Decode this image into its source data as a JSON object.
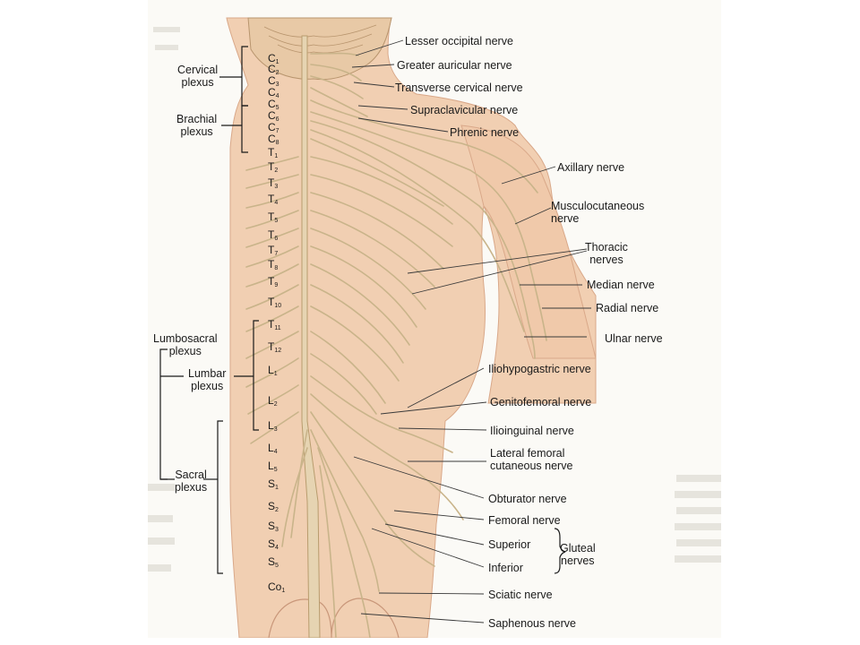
{
  "nerve_labels": {
    "lesser_occipital": "Lesser occipital nerve",
    "greater_auricular": "Greater auricular nerve",
    "transverse_cervical": "Transverse cervical nerve",
    "supraclavicular": "Supraclavicular nerve",
    "phrenic": "Phrenic nerve",
    "axillary": "Axillary nerve",
    "musculocutaneous": "Musculocutaneous\nnerve",
    "thoracic": "Thoracic\nnerves",
    "median": "Median nerve",
    "radial": "Radial nerve",
    "ulnar": "Ulnar nerve",
    "iliohypogastric": "Iliohypogastric nerve",
    "genitofemoral": "Genitofemoral nerve",
    "ilioinguinal": "Ilioinguinal nerve",
    "lateral_femoral": "Lateral femoral\ncutaneous nerve",
    "obturator": "Obturator nerve",
    "femoral": "Femoral nerve",
    "superior": "Superior",
    "inferior": "Inferior",
    "gluteal": "Gluteal\nnerves",
    "sciatic": "Sciatic nerve",
    "saphenous": "Saphenous nerve"
  },
  "plexus_labels": {
    "cervical": "Cervical\nplexus",
    "brachial": "Brachial\nplexus",
    "lumbosacral": "Lumbosacral\nplexus",
    "lumbar": "Lumbar\nplexus",
    "sacral": "Sacral\nplexus"
  },
  "segments": [
    {
      "letter": "C",
      "num": "1"
    },
    {
      "letter": "C",
      "num": "2"
    },
    {
      "letter": "C",
      "num": "3"
    },
    {
      "letter": "C",
      "num": "4"
    },
    {
      "letter": "C",
      "num": "5"
    },
    {
      "letter": "C",
      "num": "6"
    },
    {
      "letter": "C",
      "num": "7"
    },
    {
      "letter": "C",
      "num": "8"
    },
    {
      "letter": "T",
      "num": "1"
    },
    {
      "letter": "T",
      "num": "2"
    },
    {
      "letter": "T",
      "num": "3"
    },
    {
      "letter": "T",
      "num": "4"
    },
    {
      "letter": "T",
      "num": "5"
    },
    {
      "letter": "T",
      "num": "6"
    },
    {
      "letter": "T",
      "num": "7"
    },
    {
      "letter": "T",
      "num": "8"
    },
    {
      "letter": "T",
      "num": "9"
    },
    {
      "letter": "T",
      "num": "10"
    },
    {
      "letter": "T",
      "num": "11"
    },
    {
      "letter": "T",
      "num": "12"
    },
    {
      "letter": "L",
      "num": "1"
    },
    {
      "letter": "L",
      "num": "2"
    },
    {
      "letter": "L",
      "num": "3"
    },
    {
      "letter": "L",
      "num": "4"
    },
    {
      "letter": "L",
      "num": "5"
    },
    {
      "letter": "S",
      "num": "1"
    },
    {
      "letter": "S",
      "num": "2"
    },
    {
      "letter": "S",
      "num": "3"
    },
    {
      "letter": "S",
      "num": "4"
    },
    {
      "letter": "S",
      "num": "5"
    },
    {
      "letter": "Co",
      "num": "1"
    }
  ]
}
